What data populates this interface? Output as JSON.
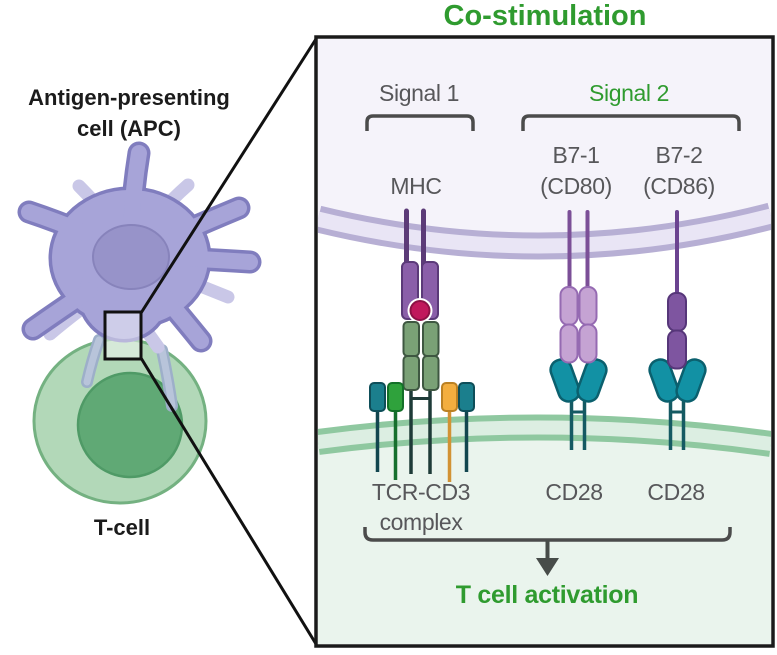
{
  "title": {
    "text": "Co-stimulation",
    "color": "#2f9b2f"
  },
  "left_panel": {
    "apc_label": {
      "line1": "Antigen-presenting",
      "line2": "cell (APC)"
    },
    "tcell_label": "T-cell"
  },
  "inset": {
    "signal1": {
      "label": "Signal 1"
    },
    "signal2": {
      "label": "Signal 2"
    },
    "mhc": {
      "label": "MHC"
    },
    "b7_1": {
      "line1": "B7-1",
      "line2": "(CD80)"
    },
    "b7_2": {
      "line1": "B7-2",
      "line2": "(CD86)"
    },
    "tcr": {
      "line1": "TCR-CD3",
      "line2": "complex"
    },
    "cd28_left": {
      "label": "CD28"
    },
    "cd28_right": {
      "label": "CD28"
    },
    "activation": {
      "label": "T cell activation"
    }
  },
  "colors": {
    "accent_green": "#2f9b2f",
    "label_gray": "#57575a",
    "apc_body": "#a7a4d8",
    "apc_border": "#807dbe",
    "apc_nucleus": "#9793c9",
    "tcell_body": "#b2d8b8",
    "tcell_border": "#74b181",
    "tcell_nucleus": "#60a975",
    "apc_membrane_stripe": "#b7afd4",
    "apc_membrane_fill": "#e9e5f5",
    "tcell_membrane_stripe": "#8fc8a0",
    "tcell_membrane_fill": "#dceee2",
    "mhc_purple": "#8a5fa9",
    "peptide_crimson": "#c0175c",
    "tcr_green": "#7aa176",
    "cd3_teal": "#1b7f8d",
    "cd3_green": "#2fa23c",
    "cd3_orange": "#f3ae3f",
    "b71_lilac": "#c5a3d3",
    "b72_purple": "#7e55a0",
    "cd28_teal": "#1291a4"
  }
}
